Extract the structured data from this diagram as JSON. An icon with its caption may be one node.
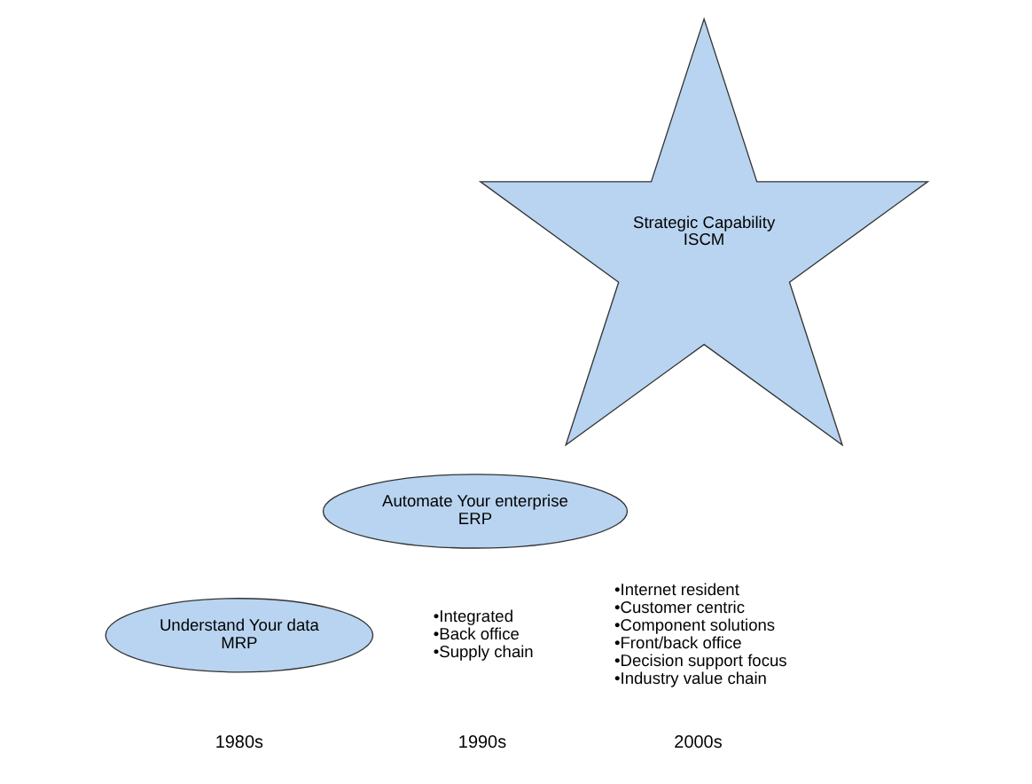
{
  "diagram": {
    "nodes": [
      {
        "text": [
          "Understand Your data",
          "MRP"
        ]
      },
      {
        "text": [
          "Automate Your enterprise",
          "ERP"
        ],
        "beside": [
          "•Integrated",
          "•Back office",
          "•Supply chain"
        ]
      },
      {
        "text": [
          "Strategic Capability",
          "ISCM"
        ],
        "beside": [
          "•Internet resident",
          "•Customer centric",
          "•Component solutions",
          "•Front/back office",
          "•Decision support focus",
          "•Industry value chain"
        ]
      }
    ],
    "edges": [],
    "labels": [
      "1980s",
      "1990s",
      "2000s"
    ]
  }
}
